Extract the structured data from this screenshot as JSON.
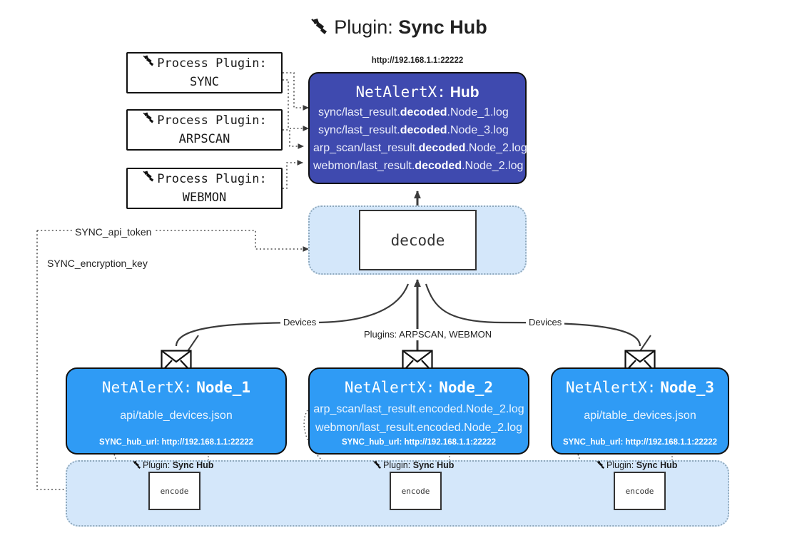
{
  "title": {
    "icon": "plug-icon",
    "label": "Plugin:",
    "name": "Sync Hub"
  },
  "process_plugins": [
    {
      "icon": "plug-icon",
      "label": "Process Plugin:",
      "name": "SYNC"
    },
    {
      "icon": "plug-icon",
      "label": "Process Plugin:",
      "name": "ARPSCAN"
    },
    {
      "icon": "plug-icon",
      "label": "Process Plugin:",
      "name": "WEBMON"
    }
  ],
  "hub": {
    "url": "http://192.168.1.1:22222",
    "prefix": "NetAlertX:",
    "name": "Hub",
    "color": "#3f4aaf",
    "logs": [
      {
        "pre": "sync/last_result.",
        "mid": "decoded",
        "post": ".Node_1.log"
      },
      {
        "pre": "sync/last_result.",
        "mid": "decoded",
        "post": ".Node_3.log"
      },
      {
        "pre": "arp_scan/last_result.",
        "mid": "decoded",
        "post": ".Node_2.log"
      },
      {
        "pre": "webmon/last_result.",
        "mid": "decoded",
        "post": ".Node_2.log"
      }
    ]
  },
  "decode_region": {
    "box_label": "decode",
    "color": "#d4e7fa"
  },
  "secrets": [
    {
      "label": "SYNC_api_token"
    },
    {
      "label": "SYNC_encryption_key"
    }
  ],
  "edge_labels": {
    "left_devices": "Devices",
    "center_plugins": "Plugins: ARPSCAN, WEBMON",
    "right_devices": "Devices"
  },
  "nodes": [
    {
      "prefix": "NetAlertX:",
      "name": "Node_1",
      "color": "#2f9bf5",
      "lines": [
        "api/table_devices.json"
      ],
      "footer": "SYNC_hub_url: http://192.168.1.1:22222",
      "envelope_icon": "envelope-icon"
    },
    {
      "prefix": "NetAlertX:",
      "name": "Node_2",
      "color": "#2f9bf5",
      "lines": [
        "arp_scan/last_result.encoded.Node_2.log",
        "webmon/last_result.encoded.Node_2.log"
      ],
      "footer": "SYNC_hub_url: http://192.168.1.1:22222",
      "envelope_icon": "envelope-icon"
    },
    {
      "prefix": "NetAlertX:",
      "name": "Node_3",
      "color": "#2f9bf5",
      "lines": [
        "api/table_devices.json"
      ],
      "footer": "SYNC_hub_url: http://192.168.1.1:22222",
      "envelope_icon": "envelope-icon"
    }
  ],
  "encode_region": {
    "color": "#d4e7fa",
    "plugins": [
      {
        "icon": "plug-icon",
        "label": "Plugin:",
        "name": "Sync Hub",
        "box_label": "encode"
      },
      {
        "icon": "plug-icon",
        "label": "Plugin:",
        "name": "Sync Hub",
        "box_label": "encode"
      },
      {
        "icon": "plug-icon",
        "label": "Plugin:",
        "name": "Sync Hub",
        "box_label": "encode"
      }
    ]
  }
}
